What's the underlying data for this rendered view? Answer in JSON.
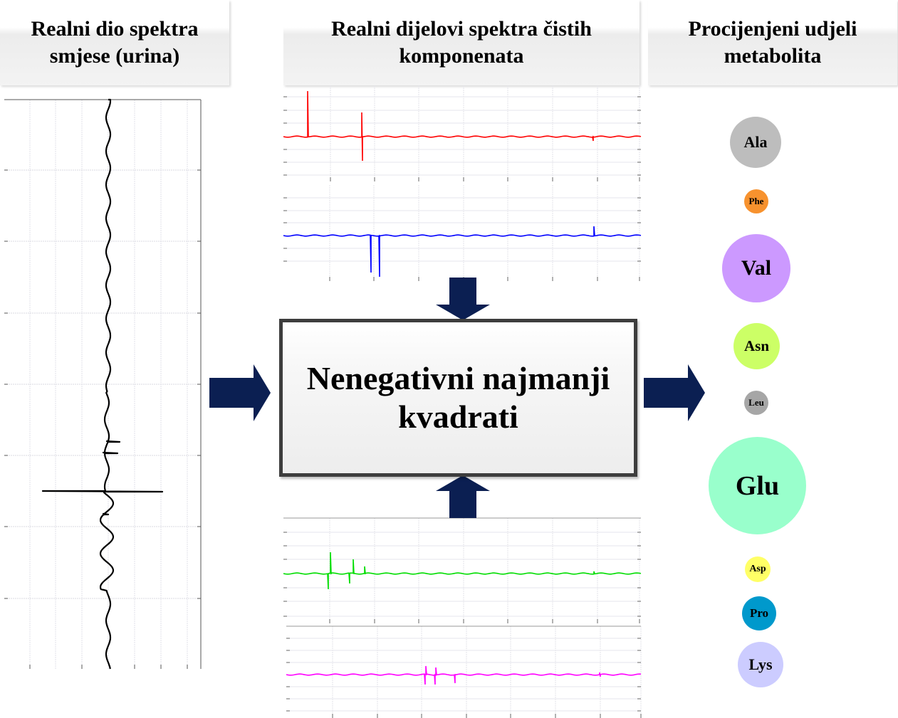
{
  "headers": {
    "mixture": [
      "Realni dio spektra",
      "smjese (urina)"
    ],
    "pure_components": [
      "Realni dijelovi spektra čistih",
      "komponenata"
    ],
    "estimated": [
      "Procijenjeni udjeli",
      "metabolita"
    ]
  },
  "process_box": {
    "lines": [
      "Nenegativni najmanji",
      "kvadrati"
    ]
  },
  "arrow_color": "#0b1f52",
  "component_spectra": [
    {
      "name": "component-1",
      "color": "#ff0000"
    },
    {
      "name": "component-2",
      "color": "#0000ff"
    },
    {
      "name": "component-3",
      "color": "#00dd00"
    },
    {
      "name": "component-4",
      "color": "#ff00ff"
    }
  ],
  "mixture_spectrum": {
    "color": "#000000"
  },
  "metabolites": [
    {
      "label": "Ala",
      "color": "#bdbdbd",
      "relative_size": 0.55
    },
    {
      "label": "Phe",
      "color": "#f7922e",
      "relative_size": 0.25
    },
    {
      "label": "Val",
      "color": "#cc99ff",
      "relative_size": 0.72
    },
    {
      "label": "Asn",
      "color": "#ccff66",
      "relative_size": 0.48
    },
    {
      "label": "Leu",
      "color": "#a6a6a6",
      "relative_size": 0.25
    },
    {
      "label": "Glu",
      "color": "#99ffcc",
      "relative_size": 1.0
    },
    {
      "label": "Asp",
      "color": "#ffff66",
      "relative_size": 0.27
    },
    {
      "label": "Pro",
      "color": "#0099cc",
      "relative_size": 0.34
    },
    {
      "label": "Lys",
      "color": "#ccccff",
      "relative_size": 0.47
    }
  ]
}
